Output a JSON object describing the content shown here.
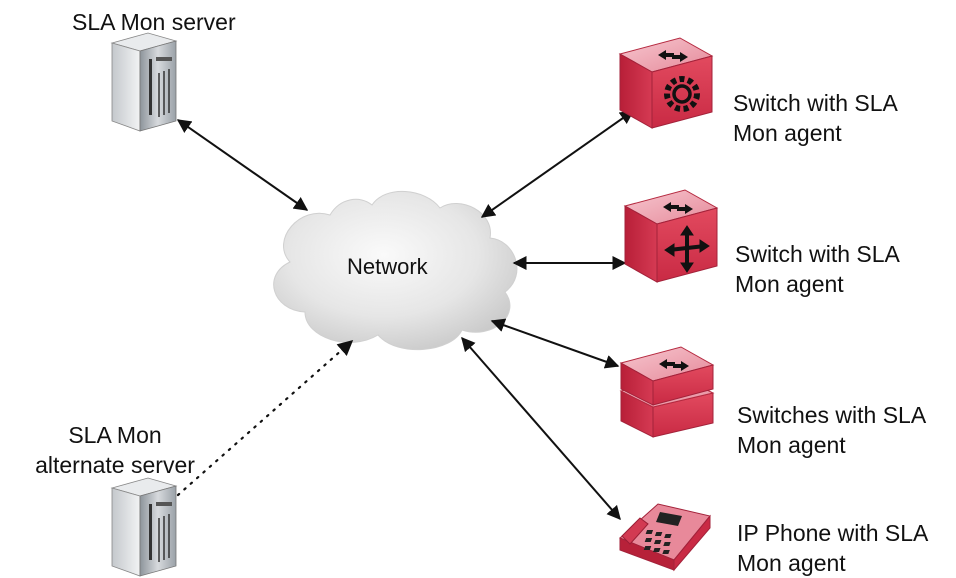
{
  "diagram": {
    "network_label": "Network",
    "primary_server": {
      "label": "SLA Mon server",
      "icon": "server-tower-icon"
    },
    "alternate_server": {
      "label_line1": "SLA Mon",
      "label_line2": "alternate server",
      "icon": "server-tower-icon"
    },
    "agents": [
      {
        "line1": "Switch with SLA",
        "line2": "Mon agent",
        "icon": "switch-gear-icon"
      },
      {
        "line1": "Switch with SLA",
        "line2": "Mon agent",
        "icon": "switch-arrows-icon"
      },
      {
        "line1": "Switches with SLA",
        "line2": "Mon agent",
        "icon": "stacked-switches-icon"
      },
      {
        "line1": "IP Phone with SLA",
        "line2": "Mon agent",
        "icon": "ip-phone-icon"
      }
    ],
    "colors": {
      "device_red": "#d9384f",
      "cloud": "#e2e2e2",
      "server_gray": "#a9afb5",
      "connector": "#111111"
    },
    "connections": [
      {
        "from": "SLA Mon server",
        "to": "Network",
        "style": "solid",
        "arrows": "both"
      },
      {
        "from": "SLA Mon alternate server",
        "to": "Network",
        "style": "dotted",
        "arrows": "to-network"
      },
      {
        "from": "Switch with SLA Mon agent",
        "to": "Network",
        "style": "solid",
        "arrows": "both"
      },
      {
        "from": "Switch with SLA Mon agent",
        "to": "Network",
        "style": "solid",
        "arrows": "both"
      },
      {
        "from": "Switches with SLA Mon agent",
        "to": "Network",
        "style": "solid",
        "arrows": "both"
      },
      {
        "from": "IP Phone with SLA Mon agent",
        "to": "Network",
        "style": "solid",
        "arrows": "both"
      }
    ]
  }
}
